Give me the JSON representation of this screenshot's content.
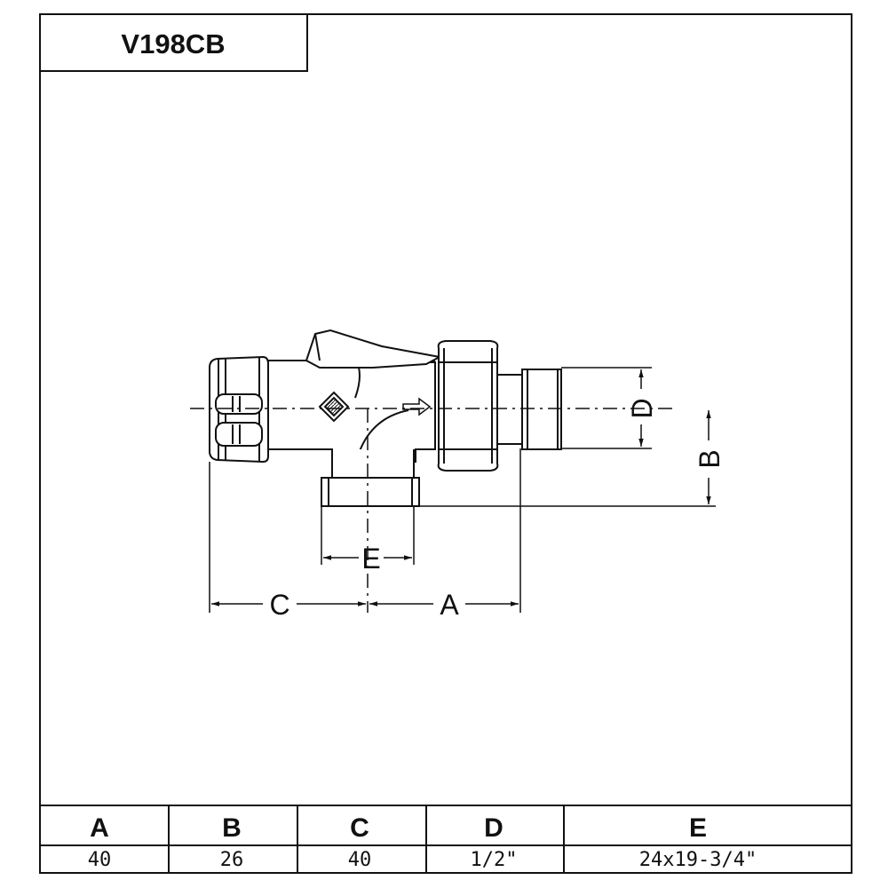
{
  "title": "V198CB",
  "dimension_labels": {
    "a": "A",
    "b": "B",
    "c": "C",
    "d": "D",
    "e": "E"
  },
  "table": {
    "headers": [
      "A",
      "B",
      "C",
      "D",
      "E"
    ],
    "values": [
      "40",
      "26",
      "40",
      "1/2\"",
      "24x19-3/4\""
    ]
  }
}
